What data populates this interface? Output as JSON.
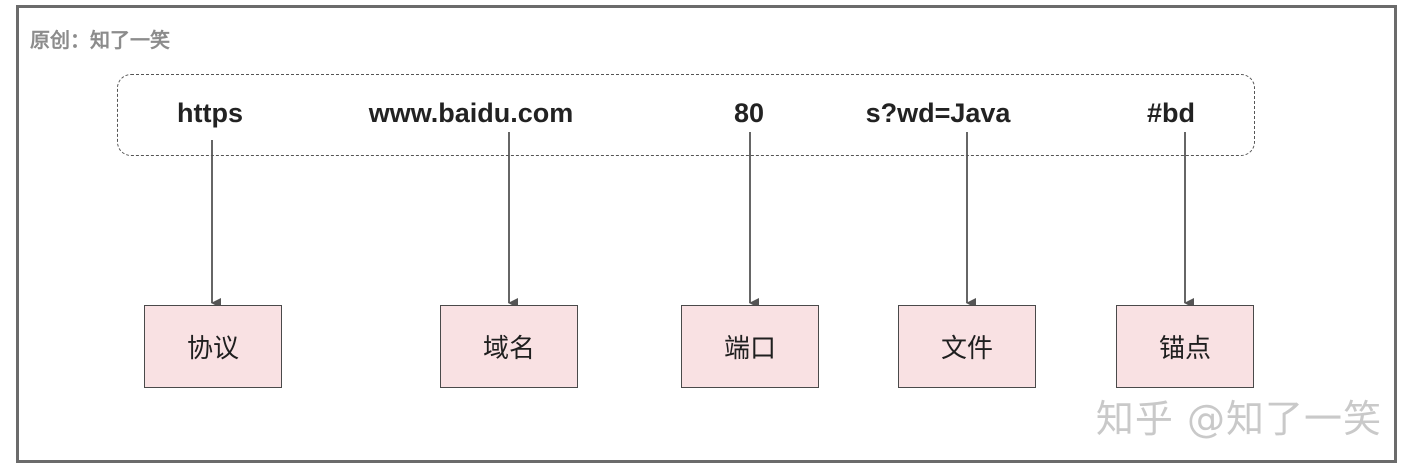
{
  "credit": "原创：知了一笑",
  "url_parts": [
    {
      "text": "https",
      "label": "协议"
    },
    {
      "text": "www.baidu.com",
      "label": "域名"
    },
    {
      "text": "80",
      "label": "端口"
    },
    {
      "text": "s?wd=Java",
      "label": "文件"
    },
    {
      "text": "#bd",
      "label": "锚点"
    }
  ],
  "watermark": "知乎 @知了一笑",
  "colors": {
    "frame": "#6b6b6b",
    "label_fill": "#f9e1e3",
    "arrow": "#555555"
  }
}
